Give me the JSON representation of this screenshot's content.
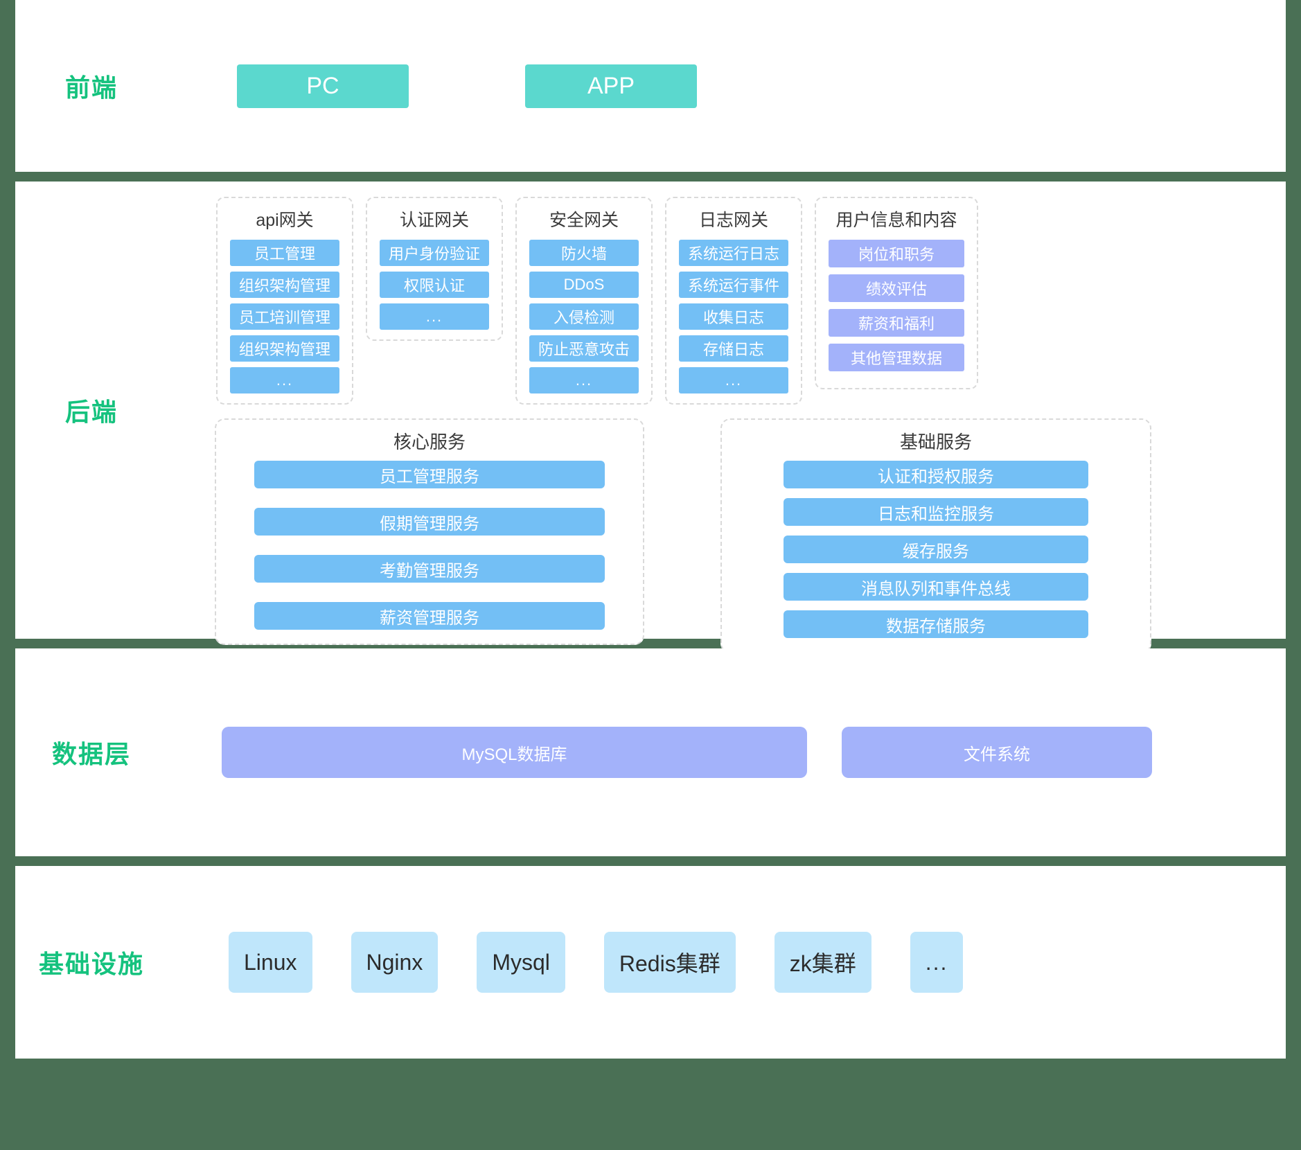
{
  "theme": {
    "frame": "#4A7055",
    "accent_green": "#15C27E",
    "teal": "#5BD8CE",
    "blue": "#73BFF5",
    "purple": "#A3B2FA",
    "light_blue": "#BFE6FB",
    "dashed_border": "#D9D9D9"
  },
  "bands": {
    "frontend": {
      "label": "前端",
      "clients": [
        {
          "name": "PC"
        },
        {
          "name": "APP"
        }
      ]
    },
    "backend": {
      "label": "后端",
      "gateways": [
        {
          "title": "api网关",
          "items": [
            "员工管理",
            "组织架构管理",
            "员工培训管理",
            "组织架构管理",
            "..."
          ]
        },
        {
          "title": "认证网关",
          "items": [
            "用户身份验证",
            "权限认证",
            "..."
          ]
        },
        {
          "title": "安全网关",
          "items": [
            "防火墙",
            "DDoS",
            "入侵检测",
            "防止恶意攻击",
            "..."
          ]
        },
        {
          "title": "日志网关",
          "items": [
            "系统运行日志",
            "系统运行事件",
            "收集日志",
            "存储日志",
            "..."
          ]
        },
        {
          "title": "用户信息和内容",
          "items": [
            "岗位和职务",
            "绩效评估",
            "薪资和福利",
            "其他管理数据"
          ]
        }
      ],
      "services": [
        {
          "title": "核心服务",
          "items": [
            "员工管理服务",
            "假期管理服务",
            "考勤管理服务",
            "薪资管理服务"
          ]
        },
        {
          "title": "基础服务",
          "items": [
            "认证和授权服务",
            "日志和监控服务",
            "缓存服务",
            "消息队列和事件总线",
            "数据存储服务"
          ]
        }
      ]
    },
    "data": {
      "label": "数据层",
      "stores": [
        {
          "name": "MySQL数据库"
        },
        {
          "name": "文件系统"
        }
      ]
    },
    "infrastructure": {
      "label": "基础设施",
      "items": [
        "Linux",
        "Nginx",
        "Mysql",
        "Redis集群",
        "zk集群",
        "..."
      ]
    }
  }
}
